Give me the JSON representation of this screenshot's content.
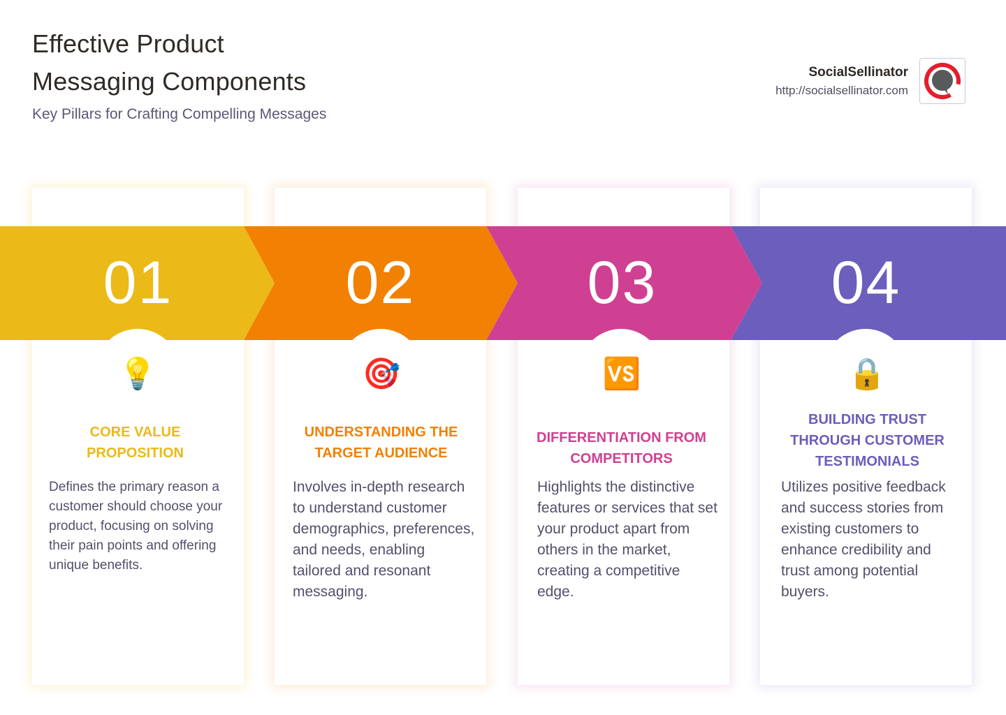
{
  "header": {
    "title_line1": "Effective Product",
    "title_line2": "Messaging Components",
    "subtitle": "Key Pillars for Crafting Compelling Messages"
  },
  "brand": {
    "name": "SocialSellinator",
    "url": "http://socialsellinator.com",
    "logo_icon": "speech-bubble-ring-logo",
    "logo_colors": {
      "ring": "#e31e2d",
      "bubble": "#58595b"
    }
  },
  "colors": {
    "step1": "#ebb918",
    "step2": "#f28002",
    "step3": "#cf4093",
    "step4": "#6b5ebc",
    "body_text": "#52506b",
    "title_text": "#2f2a26"
  },
  "steps": [
    {
      "number": "01",
      "icon": "light-bulb-icon",
      "emoji": "💡",
      "title_line1": "CORE VALUE",
      "title_line2": "PROPOSITION",
      "description": "Defines the primary reason a customer should choose your product, focusing on solving their pain points and offering unique benefits."
    },
    {
      "number": "02",
      "icon": "target-dart-icon",
      "emoji": "🎯",
      "title_line1": "UNDERSTANDING THE",
      "title_line2": "TARGET AUDIENCE",
      "description": "Involves in-depth research to understand customer demographics, preferences, and needs, enabling tailored and resonant messaging."
    },
    {
      "number": "03",
      "icon": "vs-badge-icon",
      "emoji": "🆚",
      "title_line1": "DIFFERENTIATION FROM",
      "title_line2": "COMPETITORS",
      "description": "Highlights the distinctive features or services that set your product apart from others in the market, creating a competitive edge."
    },
    {
      "number": "04",
      "icon": "padlock-icon",
      "emoji": "🔒",
      "title_line1": "BUILDING TRUST",
      "title_line2": "THROUGH CUSTOMER",
      "title_line3": "TESTIMONIALS",
      "description": "Utilizes positive feedback and success stories from existing customers to enhance credibility and trust among potential buyers."
    }
  ]
}
